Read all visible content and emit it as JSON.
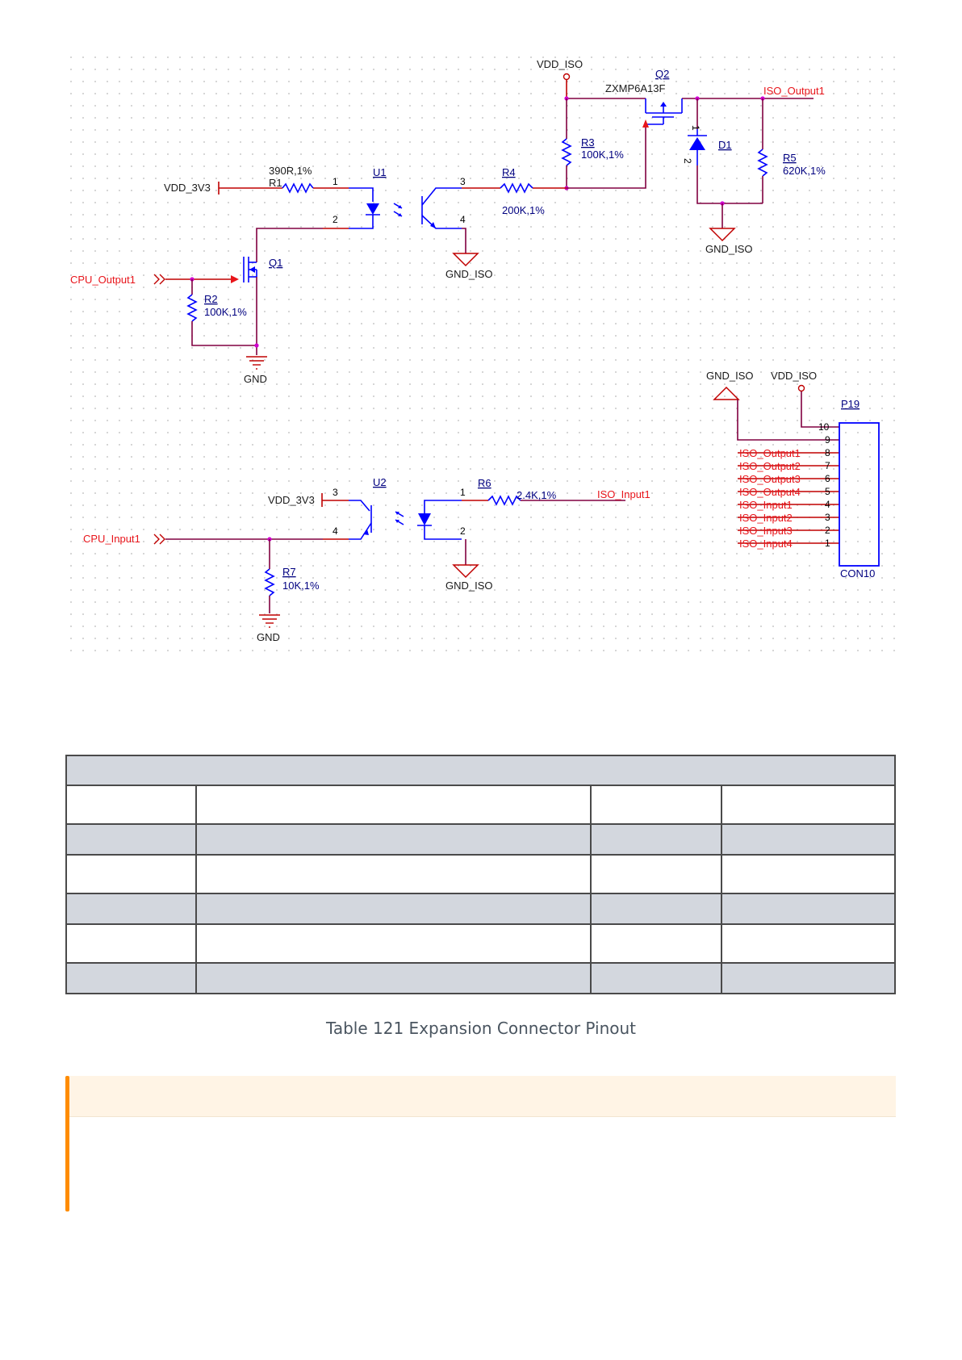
{
  "schematic": {
    "output_circuit": {
      "vdd_iso": "VDD_ISO",
      "q2_ref": "Q2",
      "q2_part": "ZXMP6A13F",
      "iso_output1": "ISO_Output1",
      "r3_ref": "R3",
      "r3_val": "100K,1%",
      "d1_ref": "D1",
      "d1_pin1": "1",
      "d1_pin2": "2",
      "r5_ref": "R5",
      "r5_val": "620K,1%",
      "gnd_iso_d1": "GND_ISO",
      "r1_val": "390R,1%",
      "r1_ref": "R1",
      "u1_ref": "U1",
      "u1_pin1": "1",
      "u1_pin2": "2",
      "u1_pin3": "3",
      "u1_pin4": "4",
      "r4_ref": "R4",
      "r4_val": "200K,1%",
      "vdd_3v3": "VDD_3V3",
      "gnd_iso_u1": "GND_ISO",
      "q1_ref": "Q1",
      "cpu_output1": "CPU_Output1",
      "r2_ref": "R2",
      "r2_val": "100K,1%",
      "gnd": "GND"
    },
    "connector": {
      "gnd_iso": "GND_ISO",
      "vdd_iso": "VDD_ISO",
      "ref": "P19",
      "part": "CON10",
      "pins": [
        {
          "num": "10",
          "net": ""
        },
        {
          "num": "9",
          "net": ""
        },
        {
          "num": "8",
          "net": "ISO_Output1"
        },
        {
          "num": "7",
          "net": "ISO_Output2"
        },
        {
          "num": "6",
          "net": "ISO_Output3"
        },
        {
          "num": "5",
          "net": "ISO_Output4"
        },
        {
          "num": "4",
          "net": "ISO_Input1"
        },
        {
          "num": "3",
          "net": "ISO_Input2"
        },
        {
          "num": "2",
          "net": "ISO_Input3"
        },
        {
          "num": "1",
          "net": "ISO_Input4"
        }
      ]
    },
    "input_circuit": {
      "u2_ref": "U2",
      "u2_pin1": "1",
      "u2_pin2": "2",
      "u2_pin3": "3",
      "u2_pin4": "4",
      "vdd_3v3": "VDD_3V3",
      "r6_ref": "R6",
      "r6_val": "2.4K,1%",
      "iso_input1": "ISO_Input1",
      "cpu_input1": "CPU_Input1",
      "gnd_iso": "GND_ISO",
      "r7_ref": "R7",
      "r7_val": "10K,1%",
      "gnd": "GND"
    }
  },
  "table": {
    "rows": 6
  },
  "caption": "Table 121 Expansion Connector Pinout"
}
